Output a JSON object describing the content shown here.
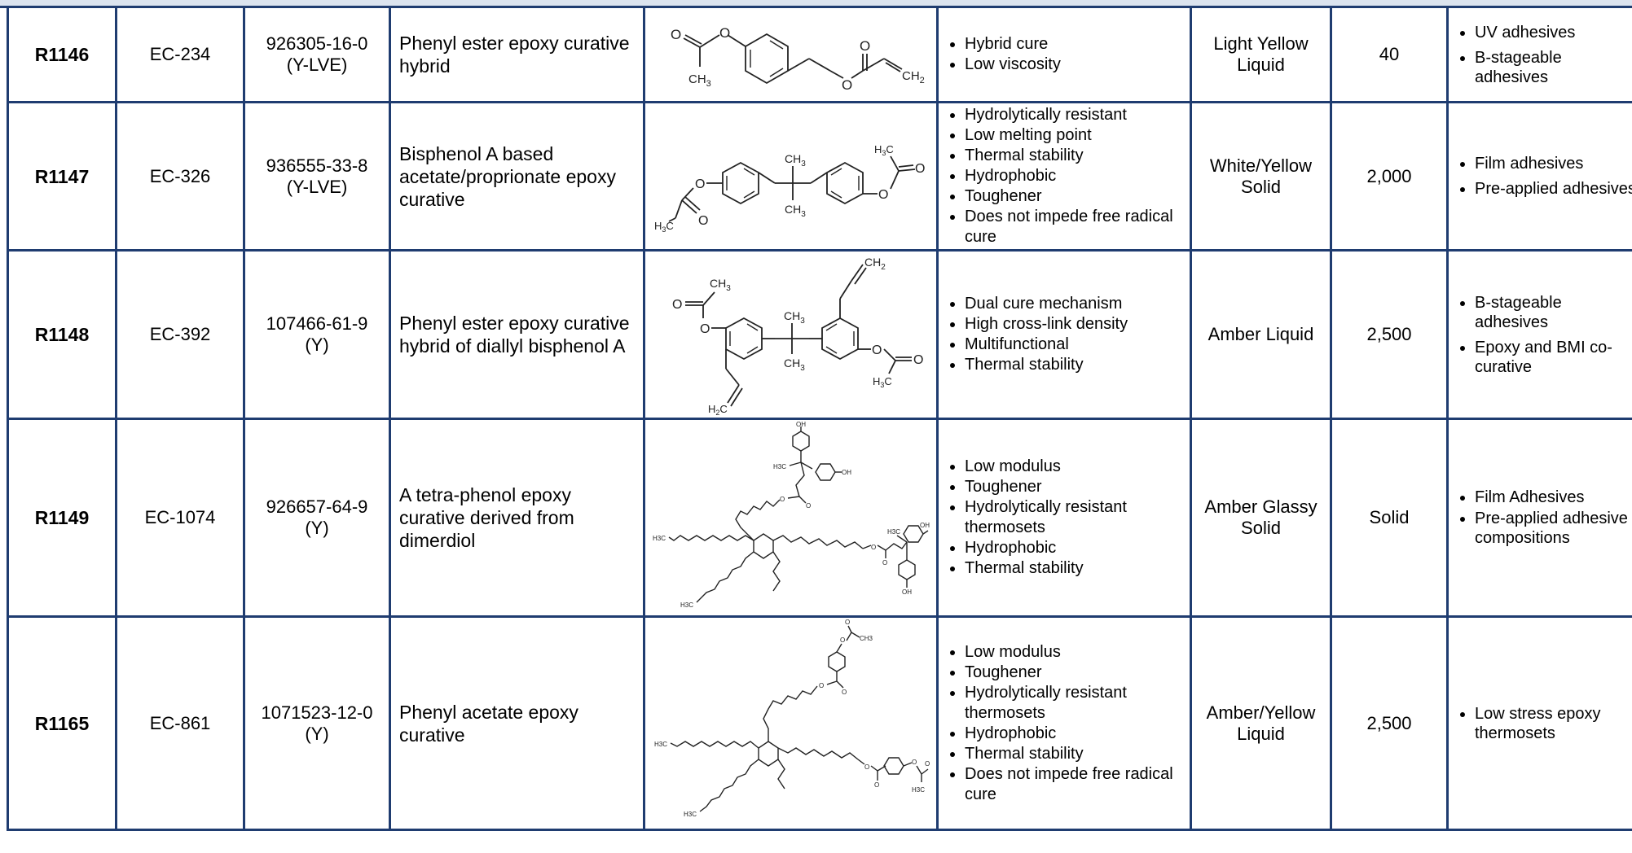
{
  "table": {
    "rows": [
      {
        "code": "R1146",
        "product": "EC-234",
        "cas": "926305-16-0",
        "cas_note": "(Y-LVE)",
        "description": "Phenyl ester epoxy curative hybrid",
        "features": [
          "Hybrid cure",
          "Low viscosity"
        ],
        "appearance": "Light Yellow Liquid",
        "viscosity": "40",
        "applications": [
          "UV adhesives",
          "B-stageable adhesives"
        ]
      },
      {
        "code": "R1147",
        "product": "EC-326",
        "cas": "936555-33-8",
        "cas_note": "(Y-LVE)",
        "description": "Bisphenol A based acetate/proprionate epoxy curative",
        "features": [
          "Hydrolytically resistant",
          "Low melting point",
          "Thermal stability",
          "Hydrophobic",
          "Toughener",
          "Does not impede free radical cure"
        ],
        "appearance": "White/Yellow Solid",
        "viscosity": "2,000",
        "applications": [
          "Film adhesives",
          "Pre-applied adhesives"
        ]
      },
      {
        "code": "R1148",
        "product": "EC-392",
        "cas": "107466-61-9",
        "cas_note": "(Y)",
        "description": "Phenyl ester epoxy curative hybrid of diallyl bisphenol A",
        "features": [
          "Dual cure mechanism",
          "High cross-link density",
          "Multifunctional",
          "Thermal stability"
        ],
        "appearance": "Amber Liquid",
        "viscosity": "2,500",
        "applications": [
          "B-stageable adhesives",
          "Epoxy and BMI co-curative"
        ]
      },
      {
        "code": "R1149",
        "product": "EC-1074",
        "cas": "926657-64-9",
        "cas_note": "(Y)",
        "description": "A tetra-phenol epoxy curative derived from dimerdiol",
        "features": [
          "Low modulus",
          "Toughener",
          "Hydrolytically resistant thermosets",
          "Hydrophobic",
          "Thermal stability"
        ],
        "appearance": "Amber Glassy Solid",
        "viscosity": "Solid",
        "applications": [
          "Film Adhesives",
          "Pre-applied adhesive compositions"
        ]
      },
      {
        "code": "R1165",
        "product": "EC-861",
        "cas": "1071523-12-0",
        "cas_note": "(Y)",
        "description": "Phenyl acetate epoxy curative",
        "features": [
          "Low modulus",
          "Toughener",
          "Hydrolytically resistant thermosets",
          "Hydrophobic",
          "Thermal stability",
          "Does not impede free radical cure"
        ],
        "appearance": "Amber/Yellow Liquid",
        "viscosity": "2,500",
        "applications": [
          "Low stress epoxy thermosets"
        ]
      }
    ]
  },
  "structures": {
    "r1146": {
      "o1": "O",
      "o2": "O",
      "o3": "O",
      "o4": "O",
      "ch3": "CH",
      "ch3_sub": "3",
      "ch2": "CH",
      "ch2_sub": "2"
    },
    "r1147": {
      "o1": "O",
      "o2": "O",
      "o3": "O",
      "o4": "O",
      "ch3a": "CH",
      "ch3a_sub": "3",
      "ch3b": "CH",
      "ch3b_sub": "3",
      "h3c1": "H",
      "h3c1_sub": "3",
      "h3c1_c": "C",
      "h3c2": "H",
      "h3c2_sub": "3",
      "h3c2_c": "C"
    },
    "r1148": {
      "o1": "O",
      "o2": "O",
      "o3": "O",
      "o4": "O",
      "ch3a": "CH",
      "ch3a_sub": "3",
      "ch3b": "CH",
      "ch3b_sub": "3",
      "ch3c": "CH",
      "ch3c_sub": "3",
      "ch2a": "CH",
      "ch2a_sub": "2",
      "h2c": "H",
      "h2c_sub": "2",
      "h2c_c": "C",
      "h3c": "H",
      "h3c_sub": "3",
      "h3c_c": "C"
    },
    "r1149": {
      "oh1": "OH",
      "oh2": "OH",
      "oh3": "OH",
      "oh4": "OH",
      "o1": "O",
      "o2": "O",
      "o3": "O",
      "o4": "O",
      "h3c1": "H3C",
      "h3c2": "H3C",
      "h3c3": "H3C",
      "h3c4": "H3C"
    },
    "r1165": {
      "o1": "O",
      "o2": "O",
      "o3": "O",
      "o4": "O",
      "o5": "O",
      "o6": "O",
      "o7": "O",
      "o8": "O",
      "ch3a": "CH3",
      "h3c1": "H3C",
      "h3c2": "H3C",
      "h3c3": "H3C"
    }
  }
}
